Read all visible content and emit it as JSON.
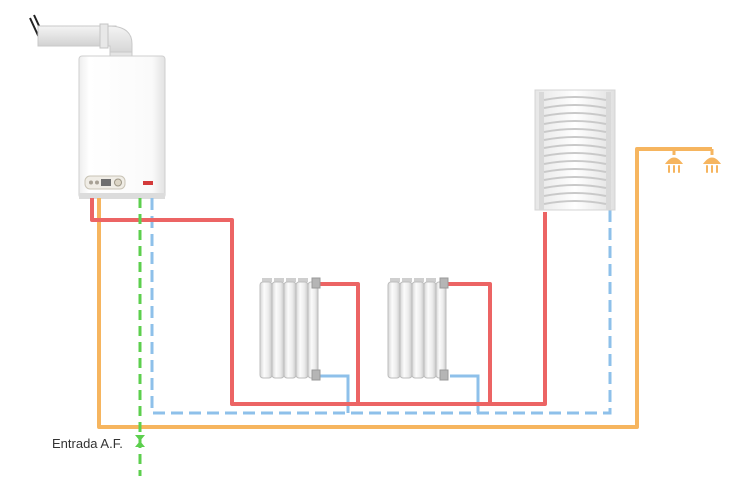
{
  "diagram": {
    "inlet_label": "Entrada A.F."
  },
  "pipes": {
    "hot_supply": "#ec6464",
    "heating_return": "#8ec0ea",
    "domestic_hot_water": "#f6b55f",
    "cold_water_inlet": "#5ccf4e"
  },
  "equipment": {
    "boiler": "wall-mounted-boiler",
    "radiators": 2,
    "towel_rail": "towel-radiator",
    "outlets": [
      "shower-icon",
      "shower-icon"
    ]
  }
}
